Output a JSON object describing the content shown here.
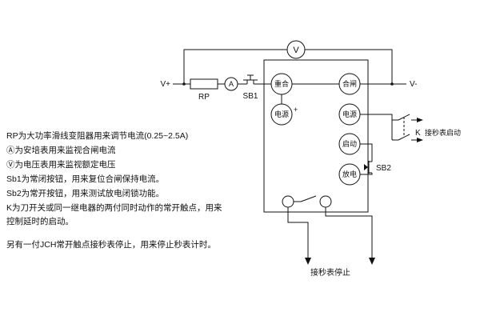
{
  "notes": {
    "line1": "RP为大功率滑线变阻器用来调节电流(0.25~2.5A)",
    "line2": "Ⓐ为安培表用来监视合闸电流",
    "line3": "Ⓥ为电压表用来监视额定电压",
    "line4": "Sb1为常闭按钮，用来复位合闸保持电流。",
    "line5": "Sb2为常开按钮，用来测试放电闭锁功能。",
    "line6": "K为刀开关或同一继电器的两付同时动作的常开触点，用来",
    "line7": "控制延时的启动。",
    "line8": "另有一付JCH常开触点接秒表停止，用来停止秒表计时。"
  },
  "labels": {
    "v_plus": "V+",
    "v_minus": "V-",
    "rp": "RP",
    "sb1": "SB1",
    "sb2": "SB2",
    "k": "K",
    "voltmeter": "V",
    "ammeter": "A",
    "stopwatch_start": "接秒表启动",
    "stopwatch_stop": "接秒表停止"
  },
  "relay_terminals": {
    "chonghe": "重合",
    "hezha": "合闸",
    "dianyuan_left": "电源",
    "dianyuan_plus": "+",
    "dianyuan_right": "电源",
    "qidong": "启动",
    "fangdian": "放电"
  },
  "colors": {
    "line": "#111111",
    "background": "#ffffff"
  }
}
